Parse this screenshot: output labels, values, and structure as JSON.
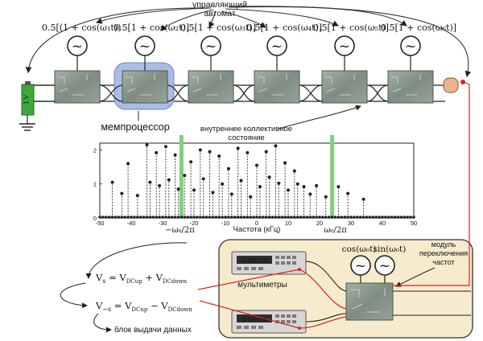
{
  "controller_label_line1": "управляющий",
  "controller_label_line2": "автомат",
  "drive_formulas": [
    "0.5[(1 + cos(ω₁t))",
    "0.5[1 + cos(ω₂t)]",
    "0.5[1 + cos(ω₃t)]",
    "0.5[1 + cos(ω₄t)]",
    "0.5[1 + cos(ω₅t)]",
    "0.5[1 + cos(ω₆t)]"
  ],
  "generator_symbol": "~",
  "battery_label": "1 V",
  "memprocessor_label": "мемпроцессор",
  "collective_state_label_line1": "внутреннее коллективное",
  "collective_state_label_line2": "состояние",
  "chart_data": {
    "type": "scatter",
    "xlabel": "Частота (кГц)",
    "xlim": [
      -50,
      50
    ],
    "ylim": [
      0,
      2.2
    ],
    "x_ticks": [
      "-50",
      "-40",
      "-30",
      "-20",
      "-10",
      "0",
      "10",
      "20",
      "30",
      "40",
      "50"
    ],
    "y_ticks": [
      "0",
      "1",
      "2"
    ],
    "highlight_labels": [
      "−ω₀/2π",
      "ω₀/2π"
    ],
    "highlight_x": [
      -24,
      24
    ],
    "highlight_color": "#7fd07f",
    "stems": [
      [
        -46,
        1.05
      ],
      [
        -43,
        0.72
      ],
      [
        -41,
        1.6
      ],
      [
        -38,
        0.66
      ],
      [
        -35,
        2.15
      ],
      [
        -34,
        1.05
      ],
      [
        -32,
        1.92
      ],
      [
        -31,
        0.95
      ],
      [
        -29,
        2.1
      ],
      [
        -28,
        1.12
      ],
      [
        -26,
        1.85
      ],
      [
        -25,
        0.85
      ],
      [
        -23,
        1.25
      ],
      [
        -21,
        1.65
      ],
      [
        -20,
        0.82
      ],
      [
        -18,
        2.0
      ],
      [
        -17,
        1.15
      ],
      [
        -15,
        1.95
      ],
      [
        -14,
        0.75
      ],
      [
        -12,
        1.82
      ],
      [
        -11,
        1.0
      ],
      [
        -9,
        1.45
      ],
      [
        -8,
        0.7
      ],
      [
        -6,
        2.05
      ],
      [
        -5,
        1.1
      ],
      [
        -3,
        1.92
      ],
      [
        -2,
        0.62
      ],
      [
        0,
        1.55
      ],
      [
        1,
        0.92
      ],
      [
        3,
        1.95
      ],
      [
        4,
        1.2
      ],
      [
        6,
        2.12
      ],
      [
        7,
        1.02
      ],
      [
        9,
        1.62
      ],
      [
        10,
        0.82
      ],
      [
        12,
        1.38
      ],
      [
        13,
        1.0
      ],
      [
        15,
        0.92
      ],
      [
        17,
        0.7
      ],
      [
        19,
        0.95
      ],
      [
        22,
        0.62
      ],
      [
        26,
        0.92
      ],
      [
        29,
        0.72
      ],
      [
        34,
        0.55
      ]
    ]
  },
  "frequency_switch_module_line1": "модуль",
  "frequency_switch_module_line2": "переключения",
  "frequency_switch_module_line3": "частот",
  "cos_label": "cos(ω₀t)",
  "sin_label": "sin(ω₀t)",
  "multimeters_label": "мультиметры",
  "data_output_label": "блок выдачи данных",
  "eq_vs_lhs": "V",
  "eq_vs_sub": "s",
  "eq_vs_rhs_a": "= V",
  "eq_vs_rhs_a_sub": "DCup",
  "eq_vs_op": "+ V",
  "eq_vs_rhs_b_sub": "DCdown",
  "eq_va_lhs": "V",
  "eq_va_sub": "−s",
  "eq_va_rhs_a": "= V",
  "eq_va_rhs_a_sub": "DCup",
  "eq_va_op": "− V",
  "eq_va_rhs_b_sub": "DCdown",
  "multimeter_display_1": "-0.000.000",
  "multimeter_display_2": "-0.000.000",
  "colors": {
    "wire": "#222222",
    "red_wire": "#d8241f",
    "panel_bg": "#f7ebcd",
    "panel_border": "#333333",
    "memprocessor_highlight": "#a9bde6",
    "battery_fill": "#3fa83a",
    "board": "#8c9a8f",
    "connector": "#e7b48f"
  }
}
